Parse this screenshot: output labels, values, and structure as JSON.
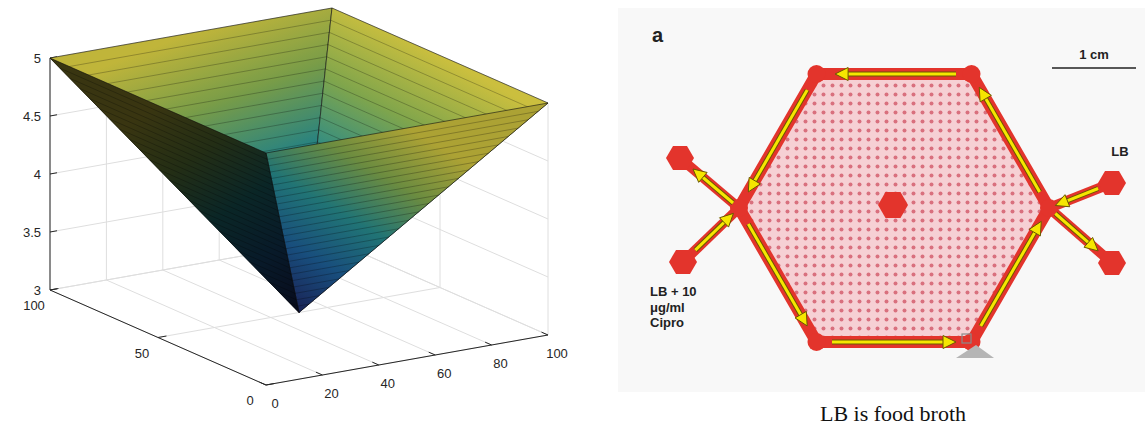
{
  "diagram": {
    "caption": "LB is food broth",
    "labels": [
      "5",
      "4.5",
      "4",
      "3.5",
      "3",
      "100",
      "50",
      "0",
      "0",
      "20",
      "40",
      "60",
      "80",
      "100",
      "a",
      "1 cm",
      "LB",
      "LB + 10 μg/ml Cipro"
    ]
  }
}
